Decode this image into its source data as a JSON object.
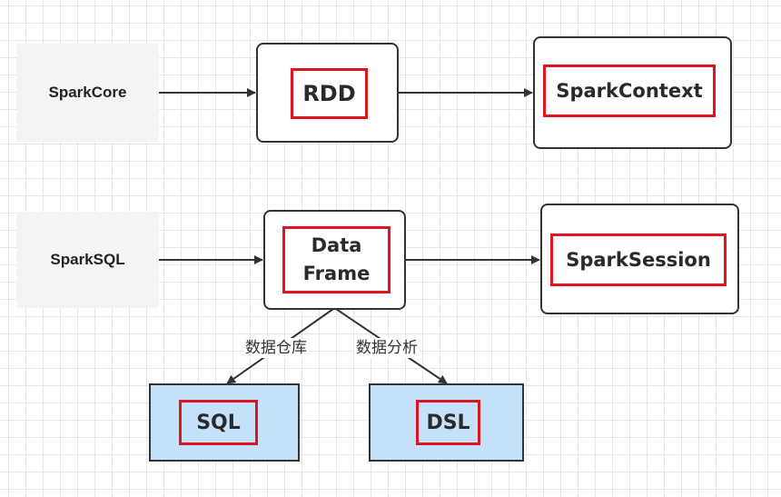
{
  "diagram": {
    "colors": {
      "highlight": "#e0141e",
      "box_border": "#333333",
      "blue_fill": "#c6e2fb",
      "side_fill": "#f4f4f4"
    },
    "row1": {
      "side_label": "SparkCore",
      "center_label": "RDD",
      "right_label": "SparkContext"
    },
    "row2": {
      "side_label": "SparkSQL",
      "center_label": "Data\nFrame",
      "right_label": "SparkSession"
    },
    "row3": {
      "left_label": "SQL",
      "right_label": "DSL",
      "left_edge_label": "数据仓库",
      "right_edge_label": "数据分析"
    }
  }
}
